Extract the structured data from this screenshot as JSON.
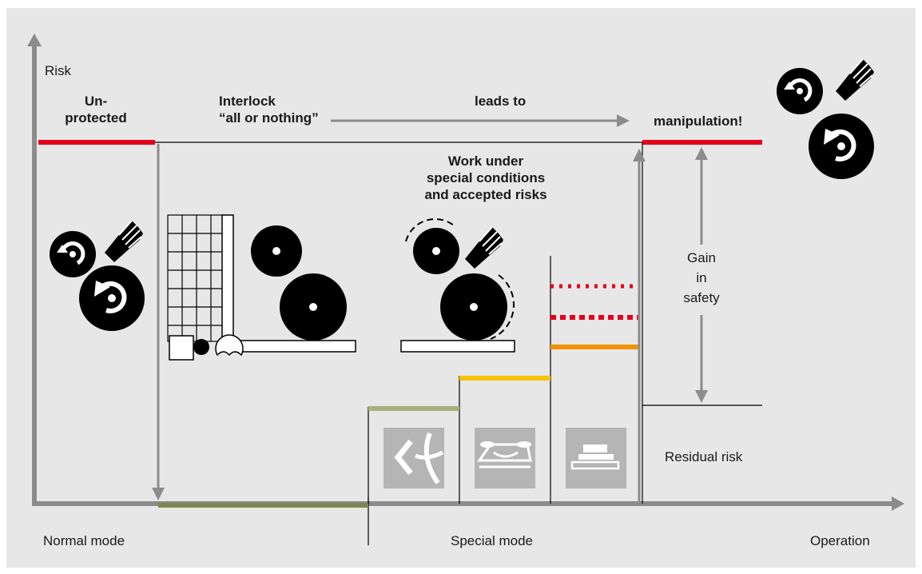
{
  "axes": {
    "y_label": "Risk",
    "x_label": "Operation",
    "x_sections": [
      "Normal mode",
      "Special mode"
    ]
  },
  "annotations": {
    "unprotected": [
      "Un-",
      "protected"
    ],
    "interlock": [
      "Interlock",
      "“all or nothing”"
    ],
    "leads_to": "leads to",
    "manipulation": "manipulation!",
    "work_under": [
      "Work under",
      "special conditions",
      "and accepted risks"
    ],
    "gain_in_safety": [
      "Gain",
      "in",
      "safety"
    ],
    "residual_risk": "Residual risk"
  },
  "colors": {
    "background": "#e7e7e7",
    "axis": "#8c8c8c",
    "risk_red": "#e3001b",
    "normal_green": "#7d8650",
    "light_green": "#a9b07b",
    "yellow": "#f5c300",
    "orange": "#f39200",
    "icon_box": "#b5b5b5"
  },
  "icons": [
    "rotating-rollers-hand-icon",
    "guarded-rollers-icon",
    "rollers-hand-special-icon",
    "enabling-switch-icon",
    "two-hand-control-icon",
    "hold-to-run-button-icon"
  ]
}
